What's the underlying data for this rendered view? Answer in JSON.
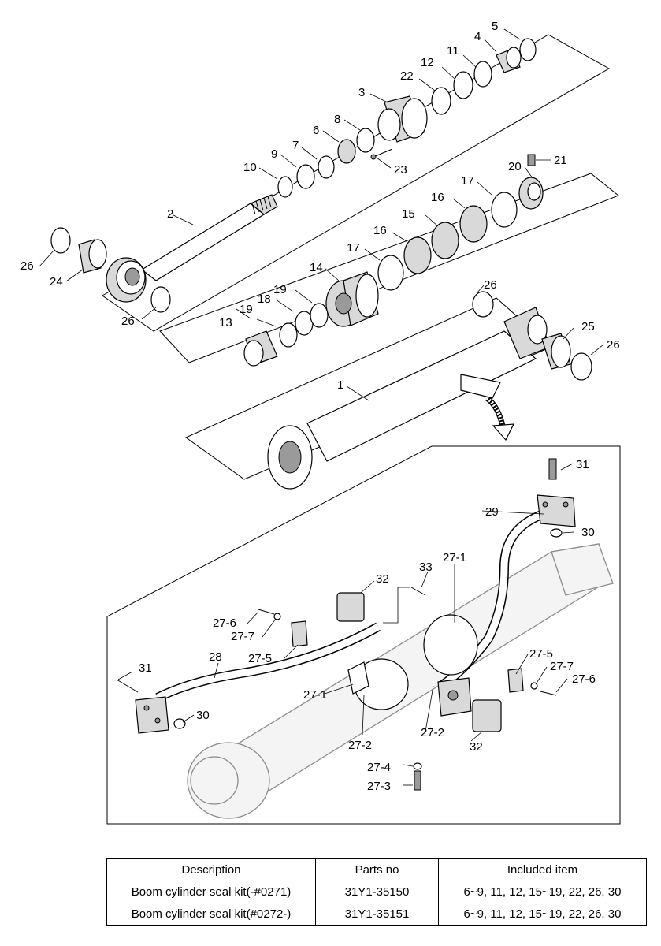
{
  "diagram": {
    "labels": [
      {
        "id": "lbl-5",
        "text": "5"
      },
      {
        "id": "lbl-4",
        "text": "4"
      },
      {
        "id": "lbl-11",
        "text": "11"
      },
      {
        "id": "lbl-12",
        "text": "12"
      },
      {
        "id": "lbl-22",
        "text": "22"
      },
      {
        "id": "lbl-3",
        "text": "3"
      },
      {
        "id": "lbl-8",
        "text": "8"
      },
      {
        "id": "lbl-6",
        "text": "6"
      },
      {
        "id": "lbl-7",
        "text": "7"
      },
      {
        "id": "lbl-9",
        "text": "9"
      },
      {
        "id": "lbl-10",
        "text": "10"
      },
      {
        "id": "lbl-23",
        "text": "23"
      },
      {
        "id": "lbl-21",
        "text": "21"
      },
      {
        "id": "lbl-20",
        "text": "20"
      },
      {
        "id": "lbl-17a",
        "text": "17"
      },
      {
        "id": "lbl-16a",
        "text": "16"
      },
      {
        "id": "lbl-15",
        "text": "15"
      },
      {
        "id": "lbl-16b",
        "text": "16"
      },
      {
        "id": "lbl-17b",
        "text": "17"
      },
      {
        "id": "lbl-14",
        "text": "14"
      },
      {
        "id": "lbl-2",
        "text": "2"
      },
      {
        "id": "lbl-26a",
        "text": "26"
      },
      {
        "id": "lbl-24",
        "text": "24"
      },
      {
        "id": "lbl-26b",
        "text": "26"
      },
      {
        "id": "lbl-19a",
        "text": "19"
      },
      {
        "id": "lbl-18",
        "text": "18"
      },
      {
        "id": "lbl-19b",
        "text": "19"
      },
      {
        "id": "lbl-13",
        "text": "13"
      },
      {
        "id": "lbl-26c",
        "text": "26"
      },
      {
        "id": "lbl-25",
        "text": "25"
      },
      {
        "id": "lbl-26d",
        "text": "26"
      },
      {
        "id": "lbl-1",
        "text": "1"
      },
      {
        "id": "lbl-31a",
        "text": "31"
      },
      {
        "id": "lbl-29",
        "text": "29"
      },
      {
        "id": "lbl-30a",
        "text": "30"
      },
      {
        "id": "lbl-33",
        "text": "33"
      },
      {
        "id": "lbl-27-1a",
        "text": "27-1"
      },
      {
        "id": "lbl-32a",
        "text": "32"
      },
      {
        "id": "lbl-27-6a",
        "text": "27-6"
      },
      {
        "id": "lbl-27-7a",
        "text": "27-7"
      },
      {
        "id": "lbl-27-5a",
        "text": "27-5"
      },
      {
        "id": "lbl-28",
        "text": "28"
      },
      {
        "id": "lbl-31b",
        "text": "31"
      },
      {
        "id": "lbl-27-1b",
        "text": "27-1"
      },
      {
        "id": "lbl-30b",
        "text": "30"
      },
      {
        "id": "lbl-27-2a",
        "text": "27-2"
      },
      {
        "id": "lbl-27-5b",
        "text": "27-5"
      },
      {
        "id": "lbl-27-7b",
        "text": "27-7"
      },
      {
        "id": "lbl-27-6b",
        "text": "27-6"
      },
      {
        "id": "lbl-27-2b",
        "text": "27-2"
      },
      {
        "id": "lbl-32b",
        "text": "32"
      },
      {
        "id": "lbl-27-4",
        "text": "27-4"
      },
      {
        "id": "lbl-27-3",
        "text": "27-3"
      }
    ]
  },
  "table": {
    "headers": [
      "Description",
      "Parts no",
      "Included item"
    ],
    "rows": [
      [
        "Boom cylinder seal kit(-#0271)",
        "31Y1-35150",
        "6~9, 11, 12, 15~19, 22, 26, 30"
      ],
      [
        "Boom cylinder seal kit(#0272-)",
        "31Y1-35151",
        "6~9, 11, 12, 15~19, 22, 26, 30"
      ]
    ]
  }
}
